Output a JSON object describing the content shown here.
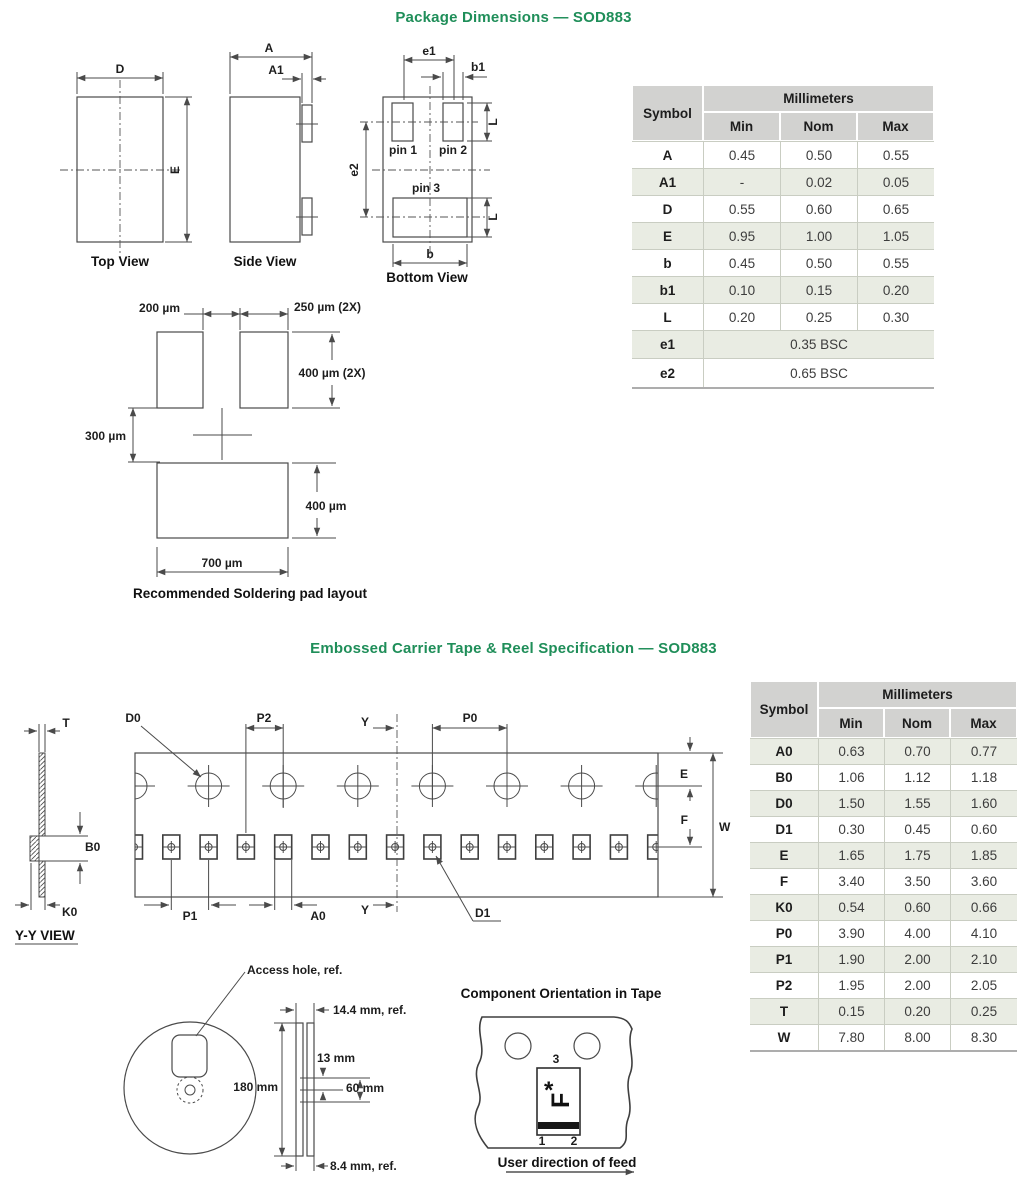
{
  "package": {
    "heading": "Package Dimensions — SOD883",
    "top_view": {
      "caption": "Top View",
      "dim_d": "D",
      "dim_e": "E"
    },
    "side_view": {
      "caption": "Side View",
      "dim_a": "A",
      "dim_a1": "A1"
    },
    "bottom_view": {
      "caption": "Bottom View",
      "dim_e1": "e1",
      "dim_b1": "b1",
      "dim_e2": "e2",
      "dim_l_upper": "L",
      "dim_l_lower": "L",
      "dim_b": "b",
      "pin1": "pin 1",
      "pin2": "pin 2",
      "pin3": "pin 3"
    },
    "pad_layout": {
      "caption": "Recommended Soldering pad layout",
      "gap": "200 µm",
      "pad_w": "250 µm (2X)",
      "pad_h": "400 µm (2X)",
      "row_gap": "300 µm",
      "big_h": "400 µm",
      "big_w": "700 µm"
    },
    "table": {
      "symbol": "Symbol",
      "units": "Millimeters",
      "min": "Min",
      "nom": "Nom",
      "max": "Max",
      "rows": [
        {
          "symbol": "A",
          "min": "0.45",
          "nom": "0.50",
          "max": "0.55"
        },
        {
          "symbol": "A1",
          "min": "-",
          "nom": "0.02",
          "max": "0.05"
        },
        {
          "symbol": "D",
          "min": "0.55",
          "nom": "0.60",
          "max": "0.65"
        },
        {
          "symbol": "E",
          "min": "0.95",
          "nom": "1.00",
          "max": "1.05"
        },
        {
          "symbol": "b",
          "min": "0.45",
          "nom": "0.50",
          "max": "0.55"
        },
        {
          "symbol": "b1",
          "min": "0.10",
          "nom": "0.15",
          "max": "0.20"
        },
        {
          "symbol": "L",
          "min": "0.20",
          "nom": "0.25",
          "max": "0.30"
        }
      ],
      "spans": [
        {
          "symbol": "e1",
          "value": "0.35 BSC"
        },
        {
          "symbol": "e2",
          "value": "0.65 BSC"
        }
      ]
    }
  },
  "tape": {
    "heading": "Embossed Carrier Tape & Reel Specification — SOD883",
    "drawing": {
      "t": "T",
      "d0": "D0",
      "p2": "P2",
      "y_top": "Y",
      "p0": "P0",
      "e": "E",
      "f": "F",
      "w": "W",
      "b0": "B0",
      "k0": "K0",
      "p1": "P1",
      "a0": "A0",
      "y_bottom": "Y",
      "d1": "D1",
      "section_view": "Y-Y VIEW"
    },
    "reel": {
      "access_hole": "Access hole, ref.",
      "outer_width": "14.4 mm, ref.",
      "arbor": "13 mm",
      "diameter": "180 mm",
      "hub": "60 mm",
      "inner_width": "8.4 mm, ref."
    },
    "orientation": {
      "title": "Component Orientation in Tape",
      "pin3": "3",
      "pin1": "1",
      "pin2": "2",
      "mark": "F",
      "star": "*",
      "feed": "User direction of feed"
    },
    "table": {
      "symbol": "Symbol",
      "units": "Millimeters",
      "min": "Min",
      "nom": "Nom",
      "max": "Max",
      "rows": [
        {
          "symbol": "A0",
          "min": "0.63",
          "nom": "0.70",
          "max": "0.77"
        },
        {
          "symbol": "B0",
          "min": "1.06",
          "nom": "1.12",
          "max": "1.18"
        },
        {
          "symbol": "D0",
          "min": "1.50",
          "nom": "1.55",
          "max": "1.60"
        },
        {
          "symbol": "D1",
          "min": "0.30",
          "nom": "0.45",
          "max": "0.60"
        },
        {
          "symbol": "E",
          "min": "1.65",
          "nom": "1.75",
          "max": "1.85"
        },
        {
          "symbol": "F",
          "min": "3.40",
          "nom": "3.50",
          "max": "3.60"
        },
        {
          "symbol": "K0",
          "min": "0.54",
          "nom": "0.60",
          "max": "0.66"
        },
        {
          "symbol": "P0",
          "min": "3.90",
          "nom": "4.00",
          "max": "4.10"
        },
        {
          "symbol": "P1",
          "min": "1.90",
          "nom": "2.00",
          "max": "2.10"
        },
        {
          "symbol": "P2",
          "min": "1.95",
          "nom": "2.00",
          "max": "2.05"
        },
        {
          "symbol": "T",
          "min": "0.15",
          "nom": "0.20",
          "max": "0.25"
        },
        {
          "symbol": "W",
          "min": "7.80",
          "nom": "8.00",
          "max": "8.30"
        }
      ]
    }
  },
  "colors": {
    "accent_green": "#1f8e59",
    "table_header_bg": "#d2d2d0",
    "row_shade": "#e9ece3"
  }
}
